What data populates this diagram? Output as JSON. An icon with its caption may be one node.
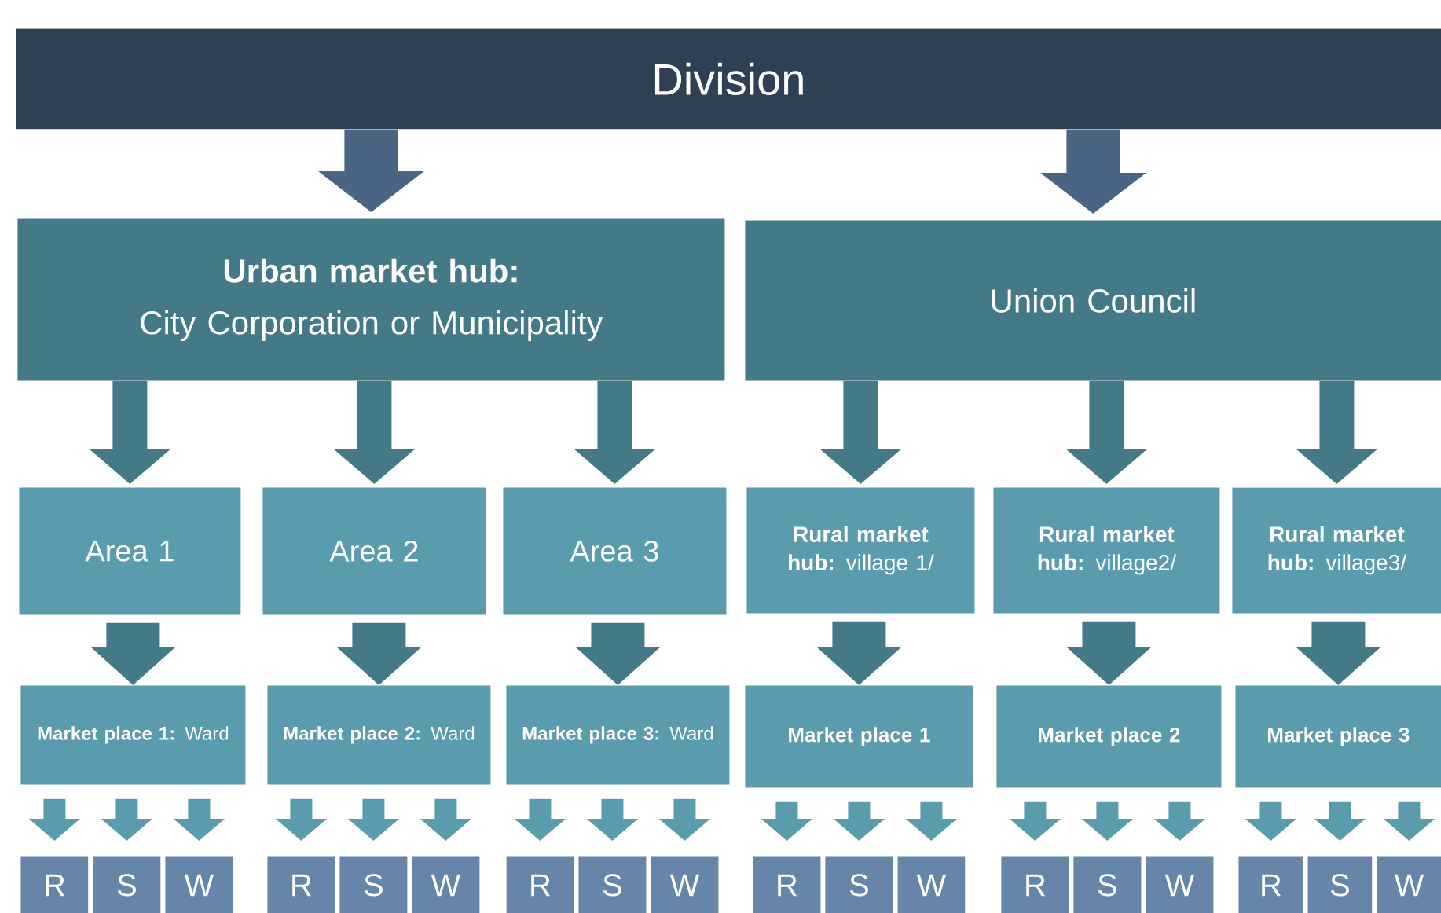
{
  "diagram": {
    "nodes": [
      {
        "text": [
          "Division"
        ]
      },
      {
        "text": [
          "Urban market hub:",
          "City Corporation or Municipality"
        ]
      },
      {
        "text": [
          "Union Council"
        ]
      },
      {
        "text": [
          "Area 1"
        ]
      },
      {
        "text": [
          "Area 2"
        ]
      },
      {
        "text": [
          "Area 3"
        ]
      },
      {
        "text": [
          "**Rural market hub:** village 1/"
        ]
      },
      {
        "text": [
          "**Rural market hub:** village2/"
        ]
      },
      {
        "text": [
          "**Rural market hub:** village3/"
        ]
      },
      {
        "text": [
          "**Market place 1:** Ward"
        ]
      },
      {
        "text": [
          "**Market place 2:** Ward"
        ]
      },
      {
        "text": [
          "**Market place 3:** Ward"
        ]
      },
      {
        "text": [
          "Market place 1"
        ]
      },
      {
        "text": [
          "Market place 2"
        ]
      },
      {
        "text": [
          "Market place 3"
        ]
      },
      {
        "text": [
          "R"
        ]
      },
      {
        "text": [
          "S"
        ]
      },
      {
        "text": [
          "W"
        ]
      },
      {
        "text": [
          "R"
        ]
      },
      {
        "text": [
          "S"
        ]
      },
      {
        "text": [
          "W"
        ]
      },
      {
        "text": [
          "R"
        ]
      },
      {
        "text": [
          "S"
        ]
      },
      {
        "text": [
          "W"
        ]
      },
      {
        "text": [
          "R"
        ]
      },
      {
        "text": [
          "S"
        ]
      },
      {
        "text": [
          "W"
        ]
      },
      {
        "text": [
          "R"
        ]
      },
      {
        "text": [
          "S"
        ]
      },
      {
        "text": [
          "W"
        ]
      },
      {
        "text": [
          "R"
        ]
      },
      {
        "text": [
          "S"
        ]
      },
      {
        "text": [
          "W"
        ]
      }
    ],
    "edges": [
      {
        "from": 0,
        "to": 1,
        "arrow": "to",
        "style": "thick",
        "color": "#4a6484"
      },
      {
        "from": 0,
        "to": 2,
        "arrow": "to",
        "style": "thick",
        "color": "#4a6484"
      },
      {
        "from": 1,
        "to": 3,
        "arrow": "to",
        "color": "#447a88"
      },
      {
        "from": 1,
        "to": 4,
        "arrow": "to",
        "color": "#447a88"
      },
      {
        "from": 1,
        "to": 5,
        "arrow": "to",
        "color": "#447a88"
      },
      {
        "from": 2,
        "to": 6,
        "arrow": "to",
        "color": "#447a88"
      },
      {
        "from": 2,
        "to": 7,
        "arrow": "to",
        "color": "#447a88"
      },
      {
        "from": 2,
        "to": 8,
        "arrow": "to",
        "color": "#447a88"
      },
      {
        "from": 3,
        "to": 9,
        "arrow": "to",
        "style": "thick",
        "color": "#447a88"
      },
      {
        "from": 4,
        "to": 10,
        "arrow": "to",
        "style": "thick",
        "color": "#447a88"
      },
      {
        "from": 5,
        "to": 11,
        "arrow": "to",
        "style": "thick",
        "color": "#447a88"
      },
      {
        "from": 6,
        "to": 12,
        "arrow": "to",
        "style": "thick",
        "color": "#447a88"
      },
      {
        "from": 7,
        "to": 13,
        "arrow": "to",
        "style": "thick",
        "color": "#447a88"
      },
      {
        "from": 8,
        "to": 14,
        "arrow": "to",
        "style": "thick",
        "color": "#447a88"
      },
      {
        "from": 9,
        "to": 15,
        "arrow": "to"
      },
      {
        "from": 9,
        "to": 16,
        "arrow": "to"
      },
      {
        "from": 9,
        "to": 17,
        "arrow": "to"
      },
      {
        "from": 10,
        "to": 18,
        "arrow": "to"
      },
      {
        "from": 10,
        "to": 19,
        "arrow": "to"
      },
      {
        "from": 10,
        "to": 20,
        "arrow": "to"
      },
      {
        "from": 11,
        "to": 21,
        "arrow": "to"
      },
      {
        "from": 11,
        "to": 22,
        "arrow": "to"
      },
      {
        "from": 11,
        "to": 23,
        "arrow": "to"
      },
      {
        "from": 12,
        "to": 24,
        "arrow": "to"
      },
      {
        "from": 12,
        "to": 25,
        "arrow": "to"
      },
      {
        "from": 12,
        "to": 26,
        "arrow": "to"
      },
      {
        "from": 13,
        "to": 27,
        "arrow": "to"
      },
      {
        "from": 13,
        "to": 28,
        "arrow": "to"
      },
      {
        "from": 13,
        "to": 29,
        "arrow": "to"
      },
      {
        "from": 14,
        "to": 30,
        "arrow": "to"
      },
      {
        "from": 14,
        "to": 31,
        "arrow": "to"
      },
      {
        "from": 14,
        "to": 32,
        "arrow": "to"
      }
    ]
  }
}
